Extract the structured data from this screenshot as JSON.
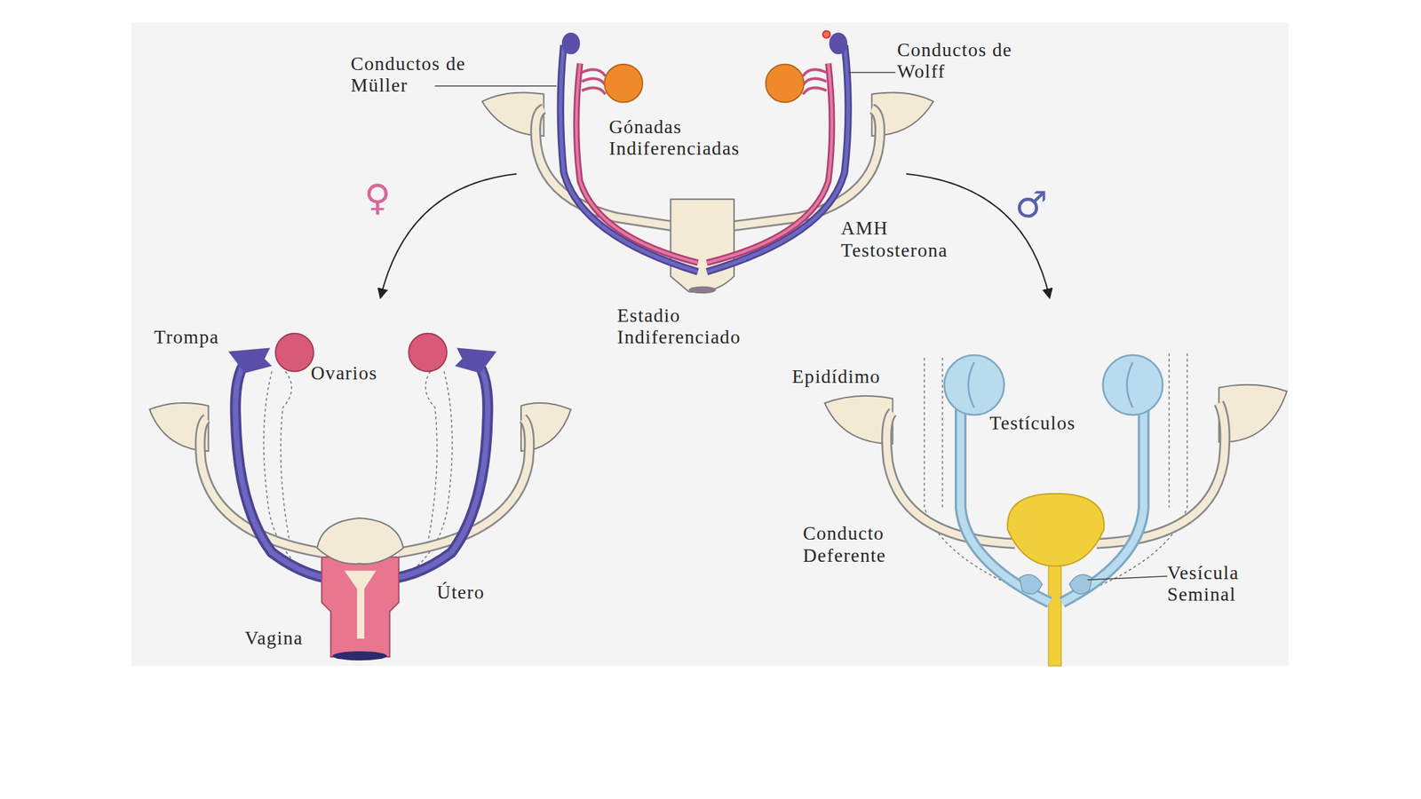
{
  "diagram": {
    "labels": [
      "Conductos de Müller",
      "Gónadas Indiferenciadas",
      "Conductos de Wolff",
      "♀",
      "AMH Testosterona",
      "♂",
      "Estadio Indiferenciado",
      "Trompa",
      "Ovarios",
      "Útero",
      "Vagina",
      "Epidídimo",
      "Testículos",
      "Conducto Deferente",
      "Vesícula Seminal"
    ]
  }
}
